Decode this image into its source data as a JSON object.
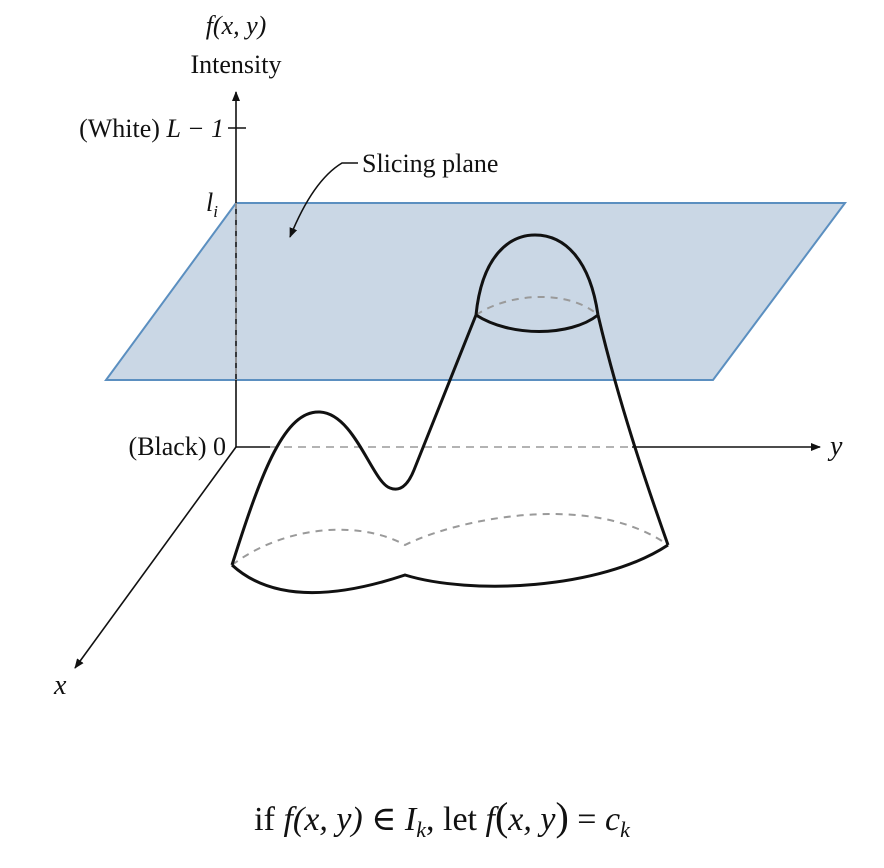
{
  "axes": {
    "vertical_func": "f(x, y)",
    "vertical_name": "Intensity",
    "white_prefix": "(White) ",
    "white_value": "L − 1",
    "black_label": "(Black) 0",
    "slice_level": "l",
    "slice_level_sub": "i",
    "y_axis": "y",
    "x_axis": "x"
  },
  "plane": {
    "label": "Slicing plane"
  },
  "formula": {
    "if_word": "if ",
    "lhs": "f(x, y)",
    "member_of": " ∈ ",
    "set_name": "I",
    "set_sub": "k",
    "comma": ", ",
    "let_word": "let ",
    "rhs_func": "f",
    "paren_open": "(",
    "rhs_args": "x, y",
    "paren_close": ")",
    "equals": " = ",
    "value_name": "c",
    "value_sub": "k"
  },
  "colors": {
    "plane_fill": "#cad7e5",
    "plane_edge": "#5b8fc0",
    "ink": "#111111",
    "dashed": "#9a9a9a"
  }
}
